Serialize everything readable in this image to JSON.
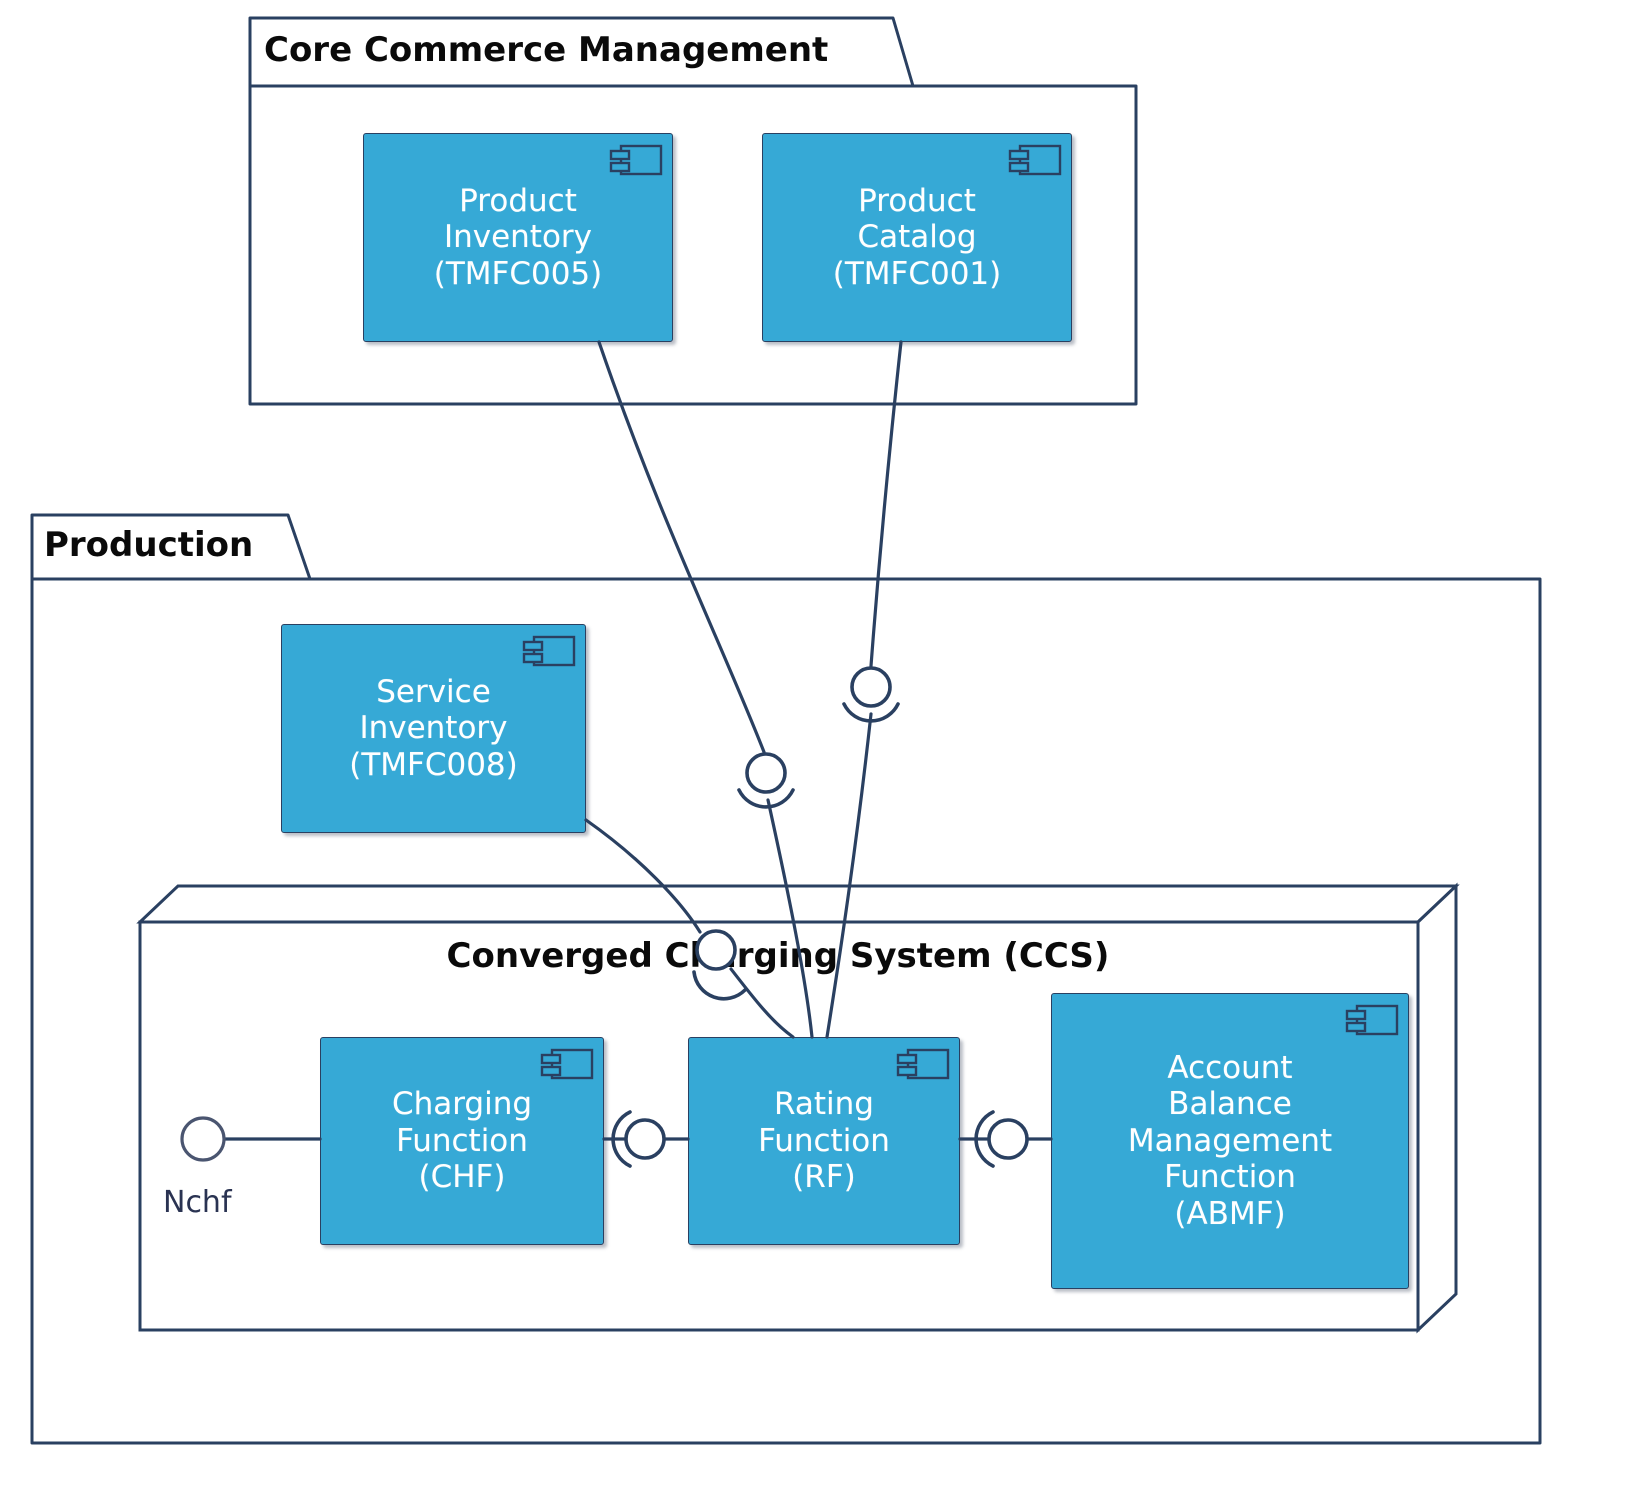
{
  "diagram": {
    "type": "uml-component-diagram",
    "background_color": "#ffffff",
    "component_fill": "#36a9d6",
    "stroke_color": "#2a4061",
    "text_on_component": "#ffffff",
    "title_color": "#0a0a0a"
  },
  "packages": [
    {
      "id": "core-commerce-management",
      "title": "Core Commerce Management"
    },
    {
      "id": "production",
      "title": "Production"
    }
  ],
  "nodes": [
    {
      "id": "ccs",
      "title": "Converged Charging System (CCS)"
    }
  ],
  "components": [
    {
      "id": "product-inventory",
      "label": "Product\nInventory\n(TMFC005)",
      "icon": "uml-component-icon",
      "parent": "core-commerce-management"
    },
    {
      "id": "product-catalog",
      "label": "Product\nCatalog\n(TMFC001)",
      "icon": "uml-component-icon",
      "parent": "core-commerce-management"
    },
    {
      "id": "service-inventory",
      "label": "Service\nInventory\n(TMFC008)",
      "icon": "uml-component-icon",
      "parent": "production"
    },
    {
      "id": "charging-function",
      "label": "Charging\nFunction\n(CHF)",
      "icon": "uml-component-icon",
      "parent": "ccs"
    },
    {
      "id": "rating-function",
      "label": "Rating\nFunction\n(RF)",
      "icon": "uml-component-icon",
      "parent": "ccs"
    },
    {
      "id": "abmf",
      "label": "Account\nBalance\nManagement\nFunction\n(ABMF)",
      "icon": "uml-component-icon",
      "parent": "ccs"
    }
  ],
  "interfaces": [
    {
      "id": "nchf",
      "label": "Nchf",
      "kind": "provided-lollipop",
      "attached_to": "charging-function"
    }
  ],
  "connectors": [
    {
      "id": "chf-rf-assembly",
      "kind": "ball-and-socket",
      "from": "charging-function",
      "to": "rating-function",
      "orientation": "horizontal"
    },
    {
      "id": "rf-abmf-assembly",
      "kind": "ball-and-socket",
      "from": "rating-function",
      "to": "abmf",
      "orientation": "horizontal"
    },
    {
      "id": "product-inventory-rf-assembly",
      "kind": "ball-and-socket",
      "from": "product-inventory",
      "to": "rating-function",
      "orientation": "vertical"
    },
    {
      "id": "product-catalog-rf-assembly",
      "kind": "ball-and-socket",
      "from": "product-catalog",
      "to": "rating-function",
      "orientation": "vertical"
    },
    {
      "id": "service-inventory-rf-assembly",
      "kind": "ball-and-socket",
      "from": "service-inventory",
      "to": "rating-function",
      "orientation": "diagonal"
    }
  ]
}
